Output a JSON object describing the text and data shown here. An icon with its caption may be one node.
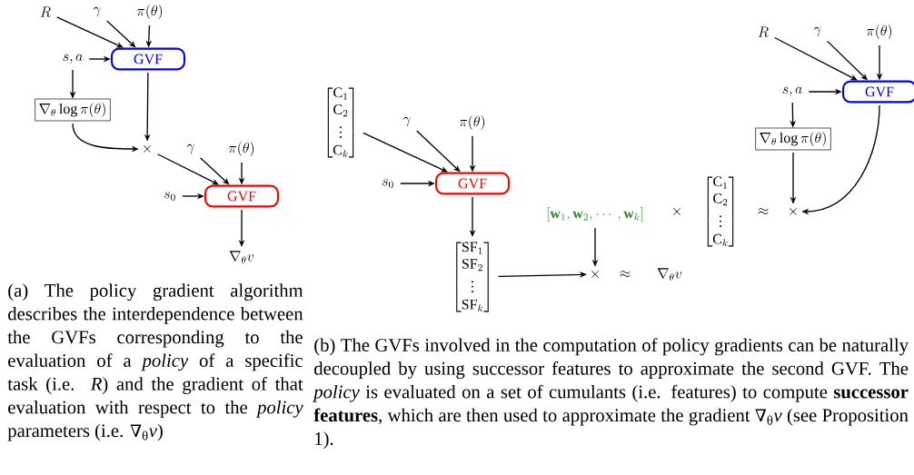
{
  "diagram": {
    "nodes": [
      {
        "text": [
          "R"
        ]
      },
      {
        "text": [
          "\\gamma"
        ]
      },
      {
        "text": [
          "\\pi(\\theta)"
        ]
      },
      {
        "text": [
          "s, a"
        ]
      },
      {
        "text": [
          "GVF"
        ]
      },
      {
        "text": [
          "\\nabla_\\theta \\log \\pi(\\theta)"
        ]
      },
      {
        "text": [
          "\\times"
        ]
      },
      {
        "text": [
          "\\gamma"
        ]
      },
      {
        "text": [
          "\\pi(\\theta)"
        ]
      },
      {
        "text": [
          "s_0"
        ]
      },
      {
        "text": [
          "GVF"
        ]
      },
      {
        "text": [
          "\\nabla_\\theta v"
        ]
      },
      {
        "text": [
          "\\begin{bmatrix}\\mathrm{C}_1\\\\ \\mathrm{C}_2\\\\ \\vdots\\\\ \\mathrm{C}_k\\end{bmatrix}"
        ]
      },
      {
        "text": [
          "\\gamma"
        ]
      },
      {
        "text": [
          "\\pi(\\theta)"
        ]
      },
      {
        "text": [
          "s_0"
        ]
      },
      {
        "text": [
          "GVF"
        ]
      },
      {
        "text": [
          "\\begin{bmatrix}\\mathrm{SF}_1\\\\ \\mathrm{SF}_2\\\\ \\vdots\\\\ \\mathrm{SF}_k\\end{bmatrix}"
        ]
      },
      {
        "text": [
          "[\\mathbf{w}_1, \\mathbf{w}_2, \\cdots, \\mathbf{w}_k]"
        ]
      },
      {
        "text": [
          "\\times"
        ]
      },
      {
        "text": [
          "R"
        ]
      },
      {
        "text": [
          "\\gamma"
        ]
      },
      {
        "text": [
          "\\pi(\\theta)"
        ]
      },
      {
        "text": [
          "s, a"
        ]
      },
      {
        "text": [
          "GVF"
        ]
      },
      {
        "text": [
          "\\nabla_\\theta \\log \\pi(\\theta)"
        ]
      },
      {
        "text": [
          "\\times"
        ]
      }
    ],
    "edges": [
      {
        "from": 0,
        "to": 4,
        "arrow": "to"
      },
      {
        "from": 1,
        "to": 4,
        "arrow": "to"
      },
      {
        "from": 2,
        "to": 4,
        "arrow": "to"
      },
      {
        "from": 3,
        "to": 4,
        "arrow": "to"
      },
      {
        "from": 3,
        "to": 5,
        "arrow": "to"
      },
      {
        "from": 4,
        "to": 6,
        "arrow": "to"
      },
      {
        "from": 5,
        "to": 6,
        "arrow": "to"
      },
      {
        "from": 6,
        "to": 10,
        "arrow": "to"
      },
      {
        "from": 7,
        "to": 10,
        "arrow": "to"
      },
      {
        "from": 8,
        "to": 10,
        "arrow": "to"
      },
      {
        "from": 9,
        "to": 10,
        "arrow": "to"
      },
      {
        "from": 10,
        "to": 11,
        "arrow": "to"
      },
      {
        "from": 12,
        "to": 16,
        "arrow": "to"
      },
      {
        "from": 13,
        "to": 16,
        "arrow": "to"
      },
      {
        "from": 14,
        "to": 16,
        "arrow": "to"
      },
      {
        "from": 15,
        "to": 16,
        "arrow": "to"
      },
      {
        "from": 16,
        "to": 17,
        "arrow": "to"
      },
      {
        "from": 17,
        "to": 19,
        "arrow": "to"
      },
      {
        "from": 18,
        "to": 19,
        "arrow": "to"
      },
      {
        "from": 20,
        "to": 24,
        "arrow": "to"
      },
      {
        "from": 21,
        "to": 24,
        "arrow": "to"
      },
      {
        "from": 22,
        "to": 24,
        "arrow": "to"
      },
      {
        "from": 23,
        "to": 24,
        "arrow": "to"
      },
      {
        "from": 23,
        "to": 25,
        "arrow": "to"
      },
      {
        "from": 25,
        "to": 26,
        "arrow": "to"
      },
      {
        "from": 24,
        "to": 26,
        "arrow": "to"
      }
    ],
    "labels": [
      "\\times",
      "\\begin{bmatrix}\\mathrm{C}_1\\\\ \\mathrm{C}_2\\\\ \\vdots\\\\ \\mathrm{C}_k\\end{bmatrix}",
      "\\approx",
      "\\approx",
      "\\nabla_\\theta v",
      "(a) The policy gradient algorithm describes the interdependence between the GVFs corresponding to the evaluation of a *policy* of a specific task (i.e. *R*) and the gradient of that evaluation with respect to the *policy* parameters (i.e. ∇$_{θ}$*v*)",
      "(b) The GVFs involved in the computation of policy gradients can be naturally decoupled by using successor features to approximate the second GVF. The *policy* is evaluated on a set of cumulants (i.e. features) to compute **successor features**, which are then used to approximate the gradient ∇$_{θ}$*v* (see Proposition 1)."
    ]
  }
}
